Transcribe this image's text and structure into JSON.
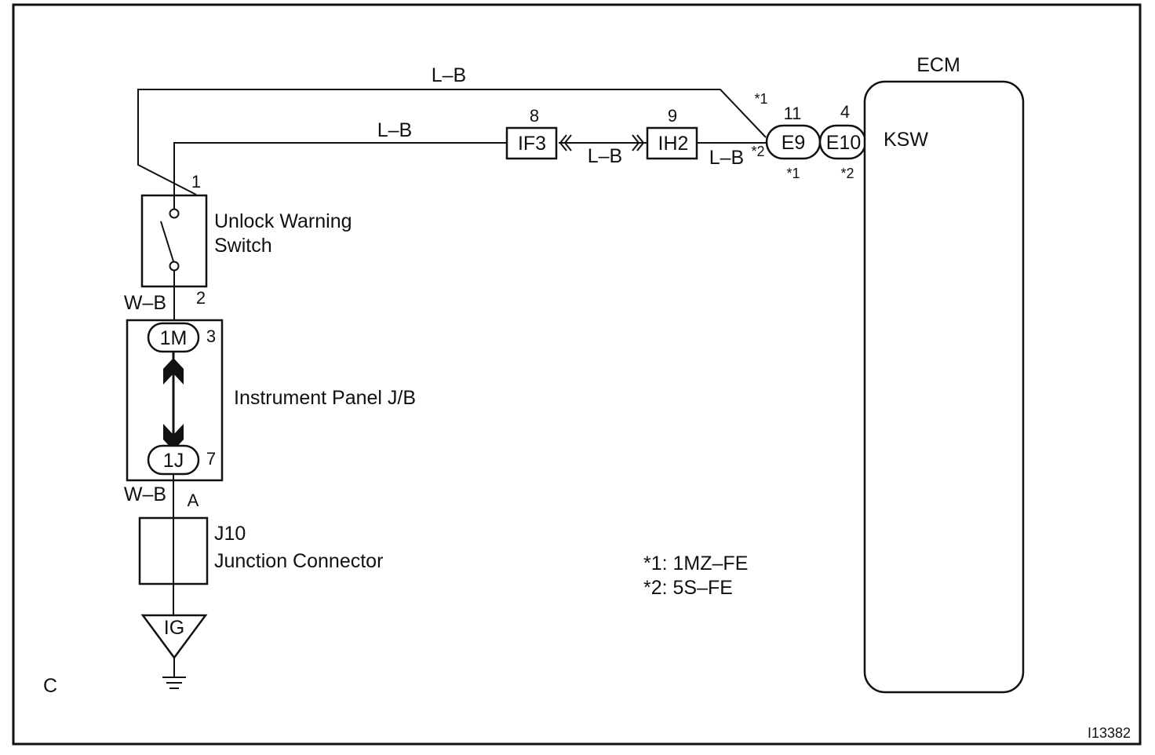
{
  "wires": {
    "lb_upper": "L–B",
    "lb_lower": "L–B",
    "lb_between": "L–B",
    "lb_to_ecm": "L–B",
    "wb_top": "W–B",
    "wb_bottom": "W–B"
  },
  "switch": {
    "line1": "Unlock Warning",
    "line2": "Switch",
    "pin_top": "1",
    "pin_bottom": "2"
  },
  "junction_block": {
    "label": "Instrument Panel J/B",
    "conn_top": "1M",
    "conn_top_pin": "3",
    "conn_bottom": "1J",
    "conn_bottom_pin": "7"
  },
  "junction_connector": {
    "id": "J10",
    "name": "Junction Connector",
    "pin": "A"
  },
  "ground": {
    "label": "IG"
  },
  "connectors": {
    "if3": {
      "label": "IF3",
      "pin": "8"
    },
    "ih2": {
      "label": "IH2",
      "pin": "9"
    }
  },
  "ecm": {
    "title": "ECM",
    "terminal": "KSW",
    "e9": {
      "label": "E9",
      "pin": "11",
      "note_top": "*1",
      "note_left": "*2",
      "note_bottom": "*1"
    },
    "e10": {
      "label": "E10",
      "pin": "4",
      "note_bottom": "*2"
    }
  },
  "legend": {
    "note1": "*1: 1MZ–FE",
    "note2": "*2: 5S–FE"
  },
  "corner_label": "C",
  "figure_id": "I13382"
}
